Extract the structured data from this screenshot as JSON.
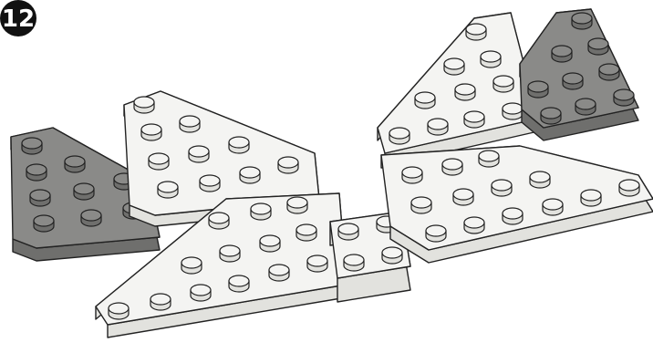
{
  "step": {
    "number": "12"
  },
  "colors": {
    "background": "#ffffff",
    "light_plate": "#f4f4f2",
    "light_plate_side": "#e2e2de",
    "dark_plate": "#8a8a88",
    "dark_plate_side": "#6f6f6d",
    "outline": "#222222",
    "badge": "#111111"
  },
  "parts": [
    {
      "name": "left-dark-wedge-plate",
      "color": "dark"
    },
    {
      "name": "left-upper-light-wedge-plate",
      "color": "light"
    },
    {
      "name": "left-lower-light-wedge-plate",
      "color": "light"
    },
    {
      "name": "center-connector-plate",
      "color": "light"
    },
    {
      "name": "right-upper-light-wedge-plate",
      "color": "light"
    },
    {
      "name": "right-dark-wedge-plate",
      "color": "dark"
    },
    {
      "name": "right-lower-light-wedge-plate",
      "color": "light"
    }
  ]
}
